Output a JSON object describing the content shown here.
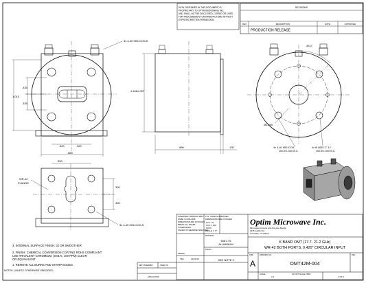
{
  "disclaimer": [
    "DATA CONTAINED IN THIS DOCUMENT IS",
    "PROPRIETARY TO OPTIM MICROWAVE INC.",
    "AND SHALL NOT BE DISCLOSED, COPIED OR USED",
    "FOR PROCUREMENT OR MANUFACTURE WITHOUT",
    "EXPRESS WRITTEN PERMISSION."
  ],
  "revisions": {
    "title": "REVISIONS",
    "headers": [
      "REV",
      "DESCRIPTION",
      "DATE",
      "APPROVED"
    ],
    "rows": [
      {
        "rev": "",
        "description": "PRODUCTION RELEASE",
        "date": "",
        "approved": ""
      }
    ]
  },
  "dimensions": {
    "helicoils_top": "3x 4-40 HELICOILS",
    "helicoils_bottom": "3x 4-40 HELICOILS",
    "d_335_a": ".335",
    "d_335_b": ".335",
    "d_1010": "1.010",
    "d_320_a": ".320",
    "d_320_b": ".320",
    "d_880": ".880",
    "d_1168": "1.168±.007",
    "d_880_b": ".880",
    "d_130": ".130",
    "d_45": "45.0°",
    "d_phi1250": "Ø1.250",
    "helicoil_side": "4x 4-40 HELICOIL",
    "helicoil_side2": "ON Ø 1.000 B.C.",
    "hole_side": "4x Ø.0635 ▽ .12",
    "hole_side2": "ON Ø 1.000 B.C.",
    "d_320_c": ".320",
    "d_320_d": ".320",
    "d_320_e": ".320",
    "wr42_label": "WR-42",
    "flange_label": "FLANGE"
  },
  "notes": [
    "3.  INTERNAL SURFACE FINISH: 32 OR SMOOTHER",
    "2.  FINISH: CHEMICAL CONVERSION COATING ROHS COMPLIANT",
    "     USE TRIVALENT CHROMIUM, (0.01%, 100 PPM) CLEAR",
    "     OR EQUIVALENT",
    "1.  REMOVE ALL BURRS AND SHARP EDGES",
    "NOTES: UNLESS OTHERWISE SPECIFIED"
  ],
  "title_block": {
    "interpret": [
      "INTERPRET DRAWING PER",
      "ASME Y14.5M-2009",
      "DIMENSIONS ARE IN INCHES",
      "BREAK ALL EDGES",
      "TOLERANCES",
      "UNLESS OTHERWISE SPECIFIED"
    ],
    "tolerance_header": [
      "TOL. UNLESS SPECIFIED",
      "DIMENSIONS ARE IN INCHES"
    ],
    "tolerances": [
      ".XX  ± .01",
      ".XXX  ± .002",
      ".XXXX",
      "ANGLE ± .5°"
    ],
    "company": "Optim Microwave Inc.",
    "address": [
      "Microwave Circuits and Antenna Design",
      "3245 Adolfo Rd.",
      "Camarillo, CA 93012"
    ],
    "material_label": "MATERIAL",
    "material": [
      "6061-T6",
      "ALUMINUM"
    ],
    "finish_label": "FINISH",
    "finish": "SEE NOTE 2",
    "drawn_label": "DRAWN",
    "drawn_by": "TFE",
    "drawn_date": "12/20/16",
    "next_assy": "NEXT ASSEMBLY",
    "used_on": "USED ON",
    "application": "APPLICATION",
    "title_line1": "K BAND OMT (17.7- 21.2 GHz)",
    "title_line2": "WR-42 BOTH PORTS, 0.420\" CIRCULAR INPUT",
    "size_label": "SIZE",
    "size": "A",
    "dwg_no_label": "DRAWING NO.",
    "dwg_no": "OMT42M-004",
    "rev_label": "REV",
    "rev": "",
    "scale_label": "SCALE",
    "scale": "2:1",
    "do_not_scale": "DO NOT SCALE PRINT",
    "sheet": "1 OF 1"
  }
}
